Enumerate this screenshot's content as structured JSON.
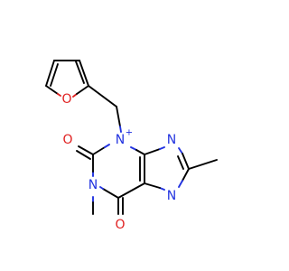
{
  "molecule": {
    "atoms": {
      "furan_o": "O",
      "n3": "N",
      "n3_charge": "+",
      "n9": "N",
      "n7": "N",
      "n1": "N",
      "o2": "O",
      "o6": "O"
    },
    "colors": {
      "carbon_bond": "#000000",
      "nitrogen": "#2233e0",
      "oxygen": "#e02020",
      "background": "#ffffff"
    }
  }
}
